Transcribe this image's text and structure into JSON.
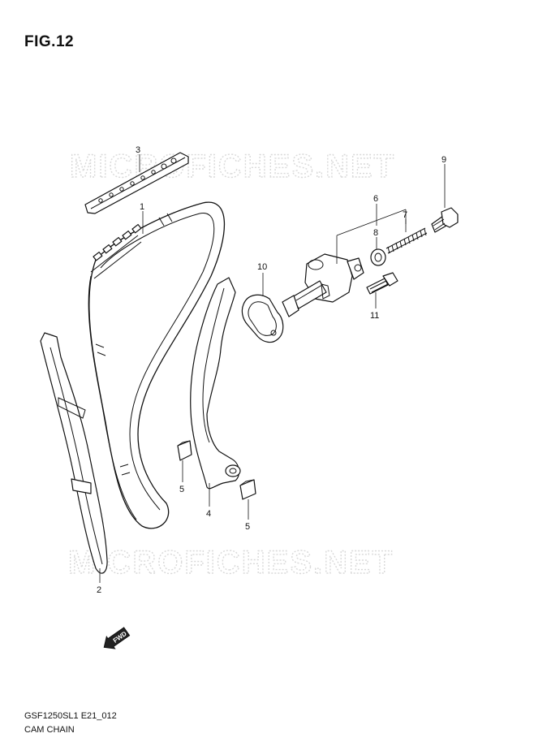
{
  "figure": {
    "title": "FIG.12"
  },
  "footer": {
    "code": "GSF1250SL1 E21_012",
    "name": "CAM CHAIN"
  },
  "watermark": {
    "text": "MICROFICHES.NET",
    "color": "#d9d9d9"
  },
  "fwd_label": "FWD",
  "callouts": {
    "c1": "1",
    "c2": "2",
    "c3": "3",
    "c4": "4",
    "c5a": "5",
    "c5b": "5",
    "c6": "6",
    "c7": "7",
    "c8": "8",
    "c9": "9",
    "c10": "10",
    "c11": "11"
  }
}
